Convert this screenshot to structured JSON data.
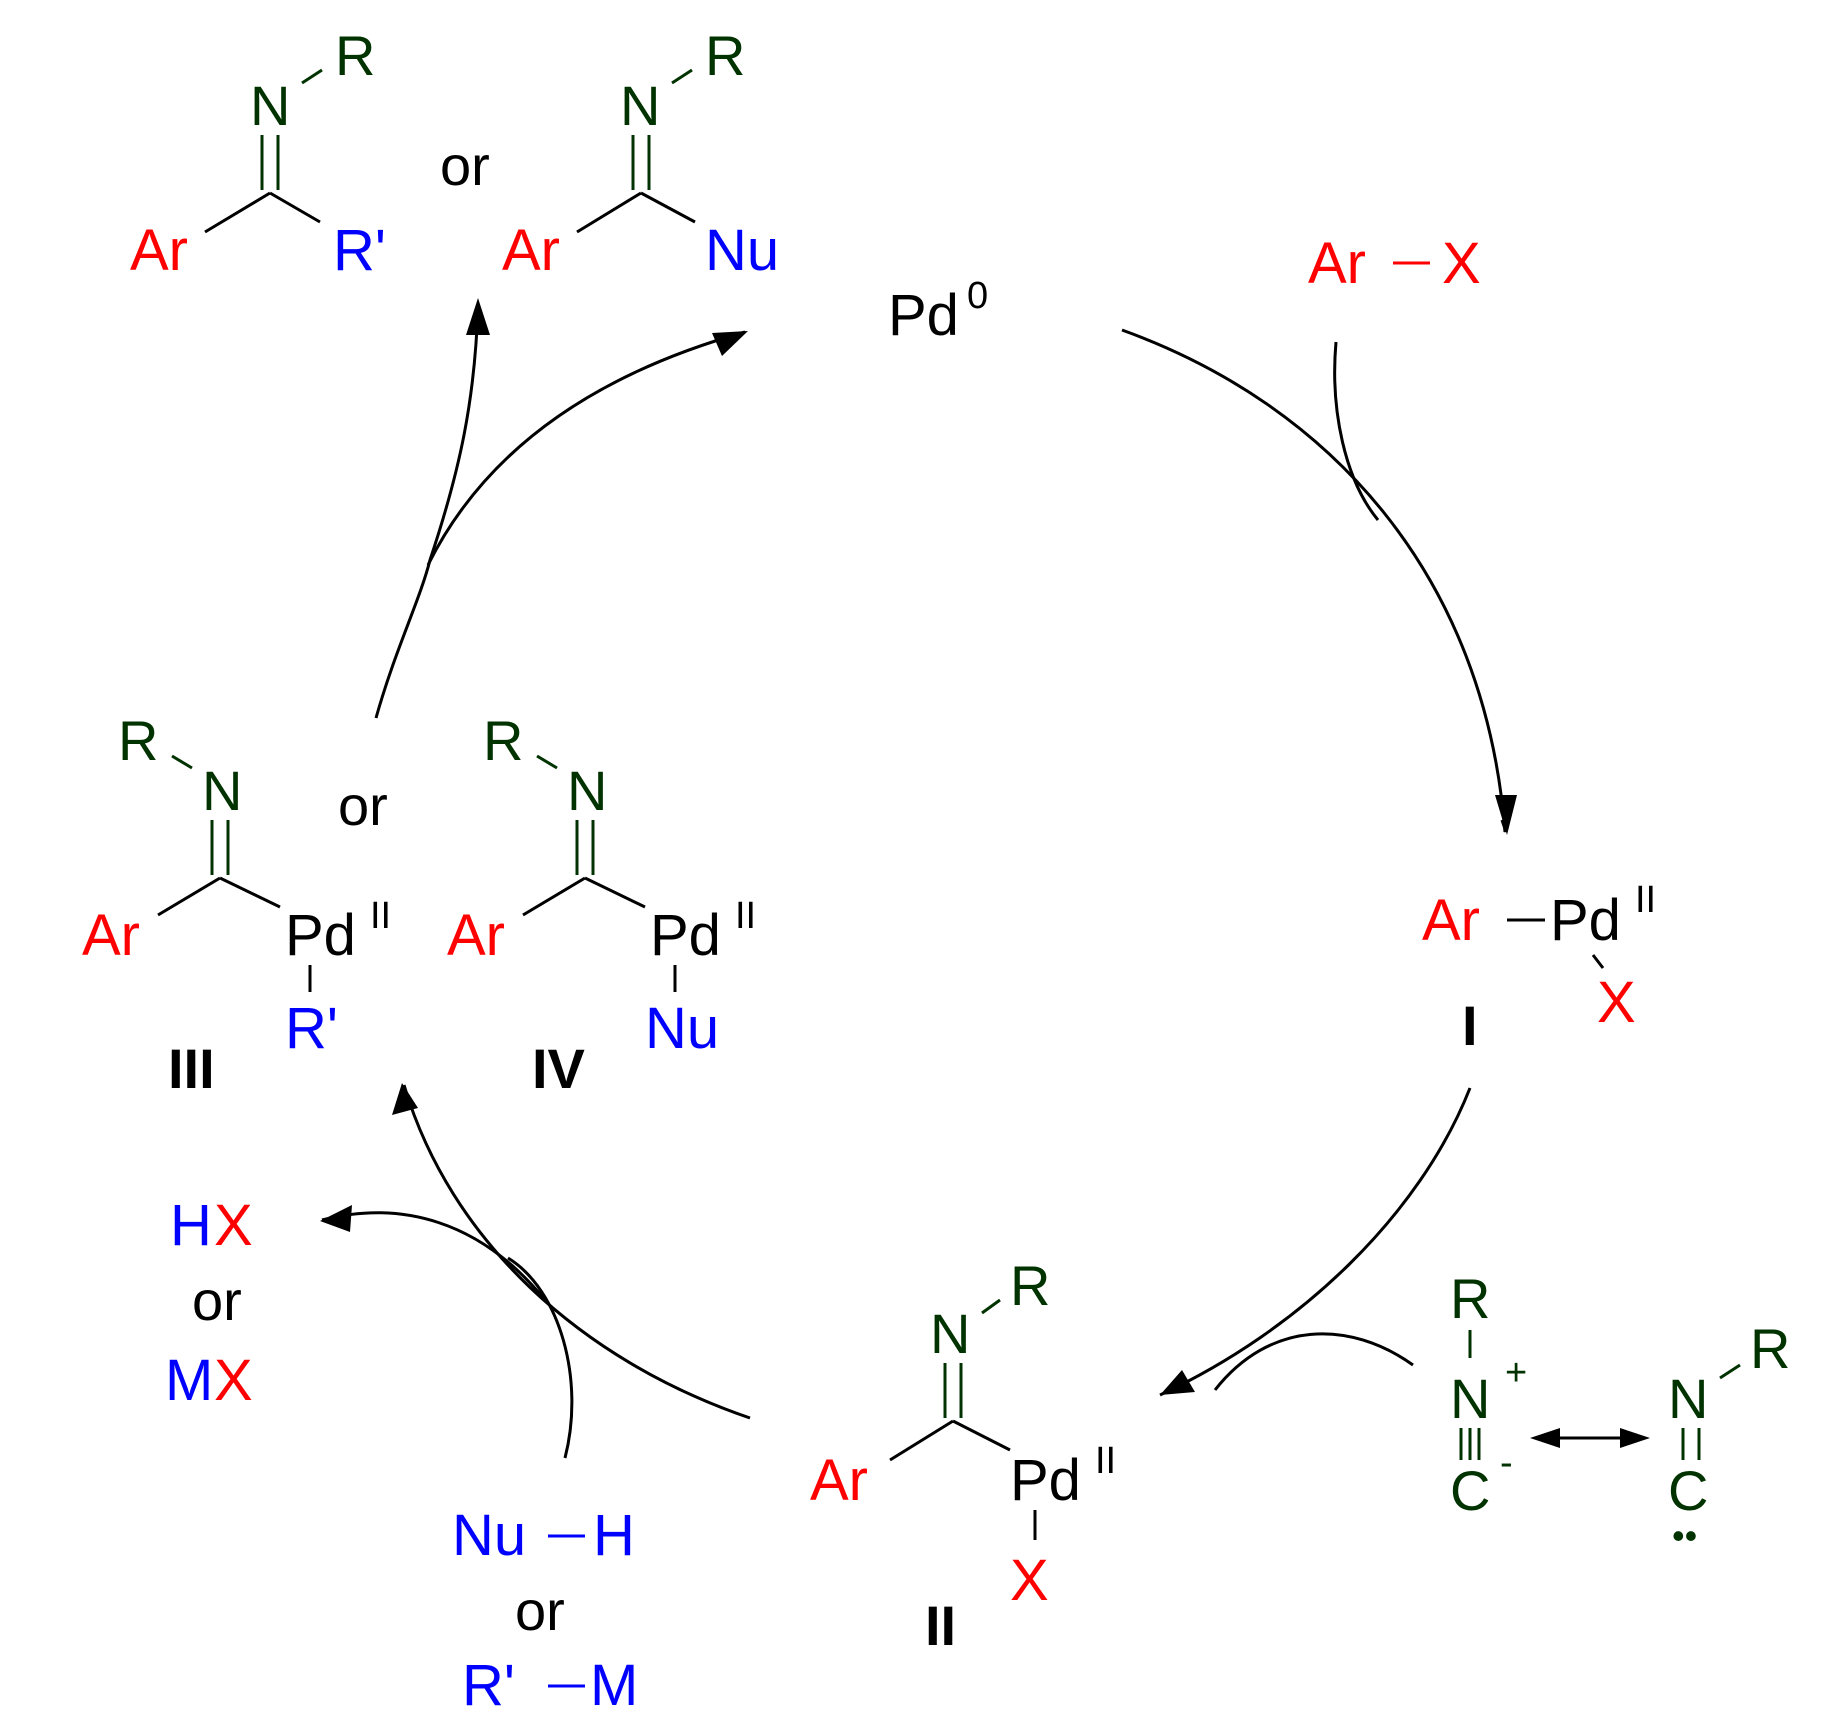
{
  "colors": {
    "aryl": "#ff0000",
    "halide": "#ff0000",
    "isocyanide": "#003300",
    "nucleophile": "#0000ff",
    "metal": "#000000",
    "arrow": "#000000"
  },
  "top_left_product": {
    "n": "N",
    "r": "R",
    "ar": "Ar",
    "r_prime": "R'"
  },
  "top_right_product": {
    "n": "N",
    "r": "R",
    "ar": "Ar",
    "nu": "Nu"
  },
  "top_or": "or",
  "pd0": {
    "symbol": "Pd",
    "sup": "0"
  },
  "aryl_halide": {
    "ar": "Ar",
    "x": "X"
  },
  "intermediate_I": {
    "ar": "Ar",
    "pd": "Pd",
    "ox": "II",
    "x": "X",
    "label": "I"
  },
  "intermediate_II": {
    "n": "N",
    "r": "R",
    "ar": "Ar",
    "pd": "Pd",
    "ox": "II",
    "x": "X",
    "label": "II"
  },
  "intermediate_III": {
    "r": "R",
    "n": "N",
    "ar": "Ar",
    "pd": "Pd",
    "ox": "II",
    "r_prime": "R'",
    "label": "III"
  },
  "intermediate_IV": {
    "r": "R",
    "n": "N",
    "ar": "Ar",
    "pd": "Pd",
    "ox": "II",
    "nu": "Nu",
    "label": "IV"
  },
  "middle_or": "or",
  "isocyanide_zwitterion": {
    "r": "R",
    "n": "N",
    "plus": "+",
    "c": "C",
    "minus": "-"
  },
  "isocyanide_carbene": {
    "n": "N",
    "r": "R",
    "c": "C",
    "lone_pair": "••"
  },
  "byproduct": {
    "h": "H",
    "x1": "X",
    "or": "or",
    "m": "M",
    "x2": "X"
  },
  "reagent": {
    "nu": "Nu",
    "h": "H",
    "or": "or",
    "r_prime": "R'",
    "m": "M"
  }
}
